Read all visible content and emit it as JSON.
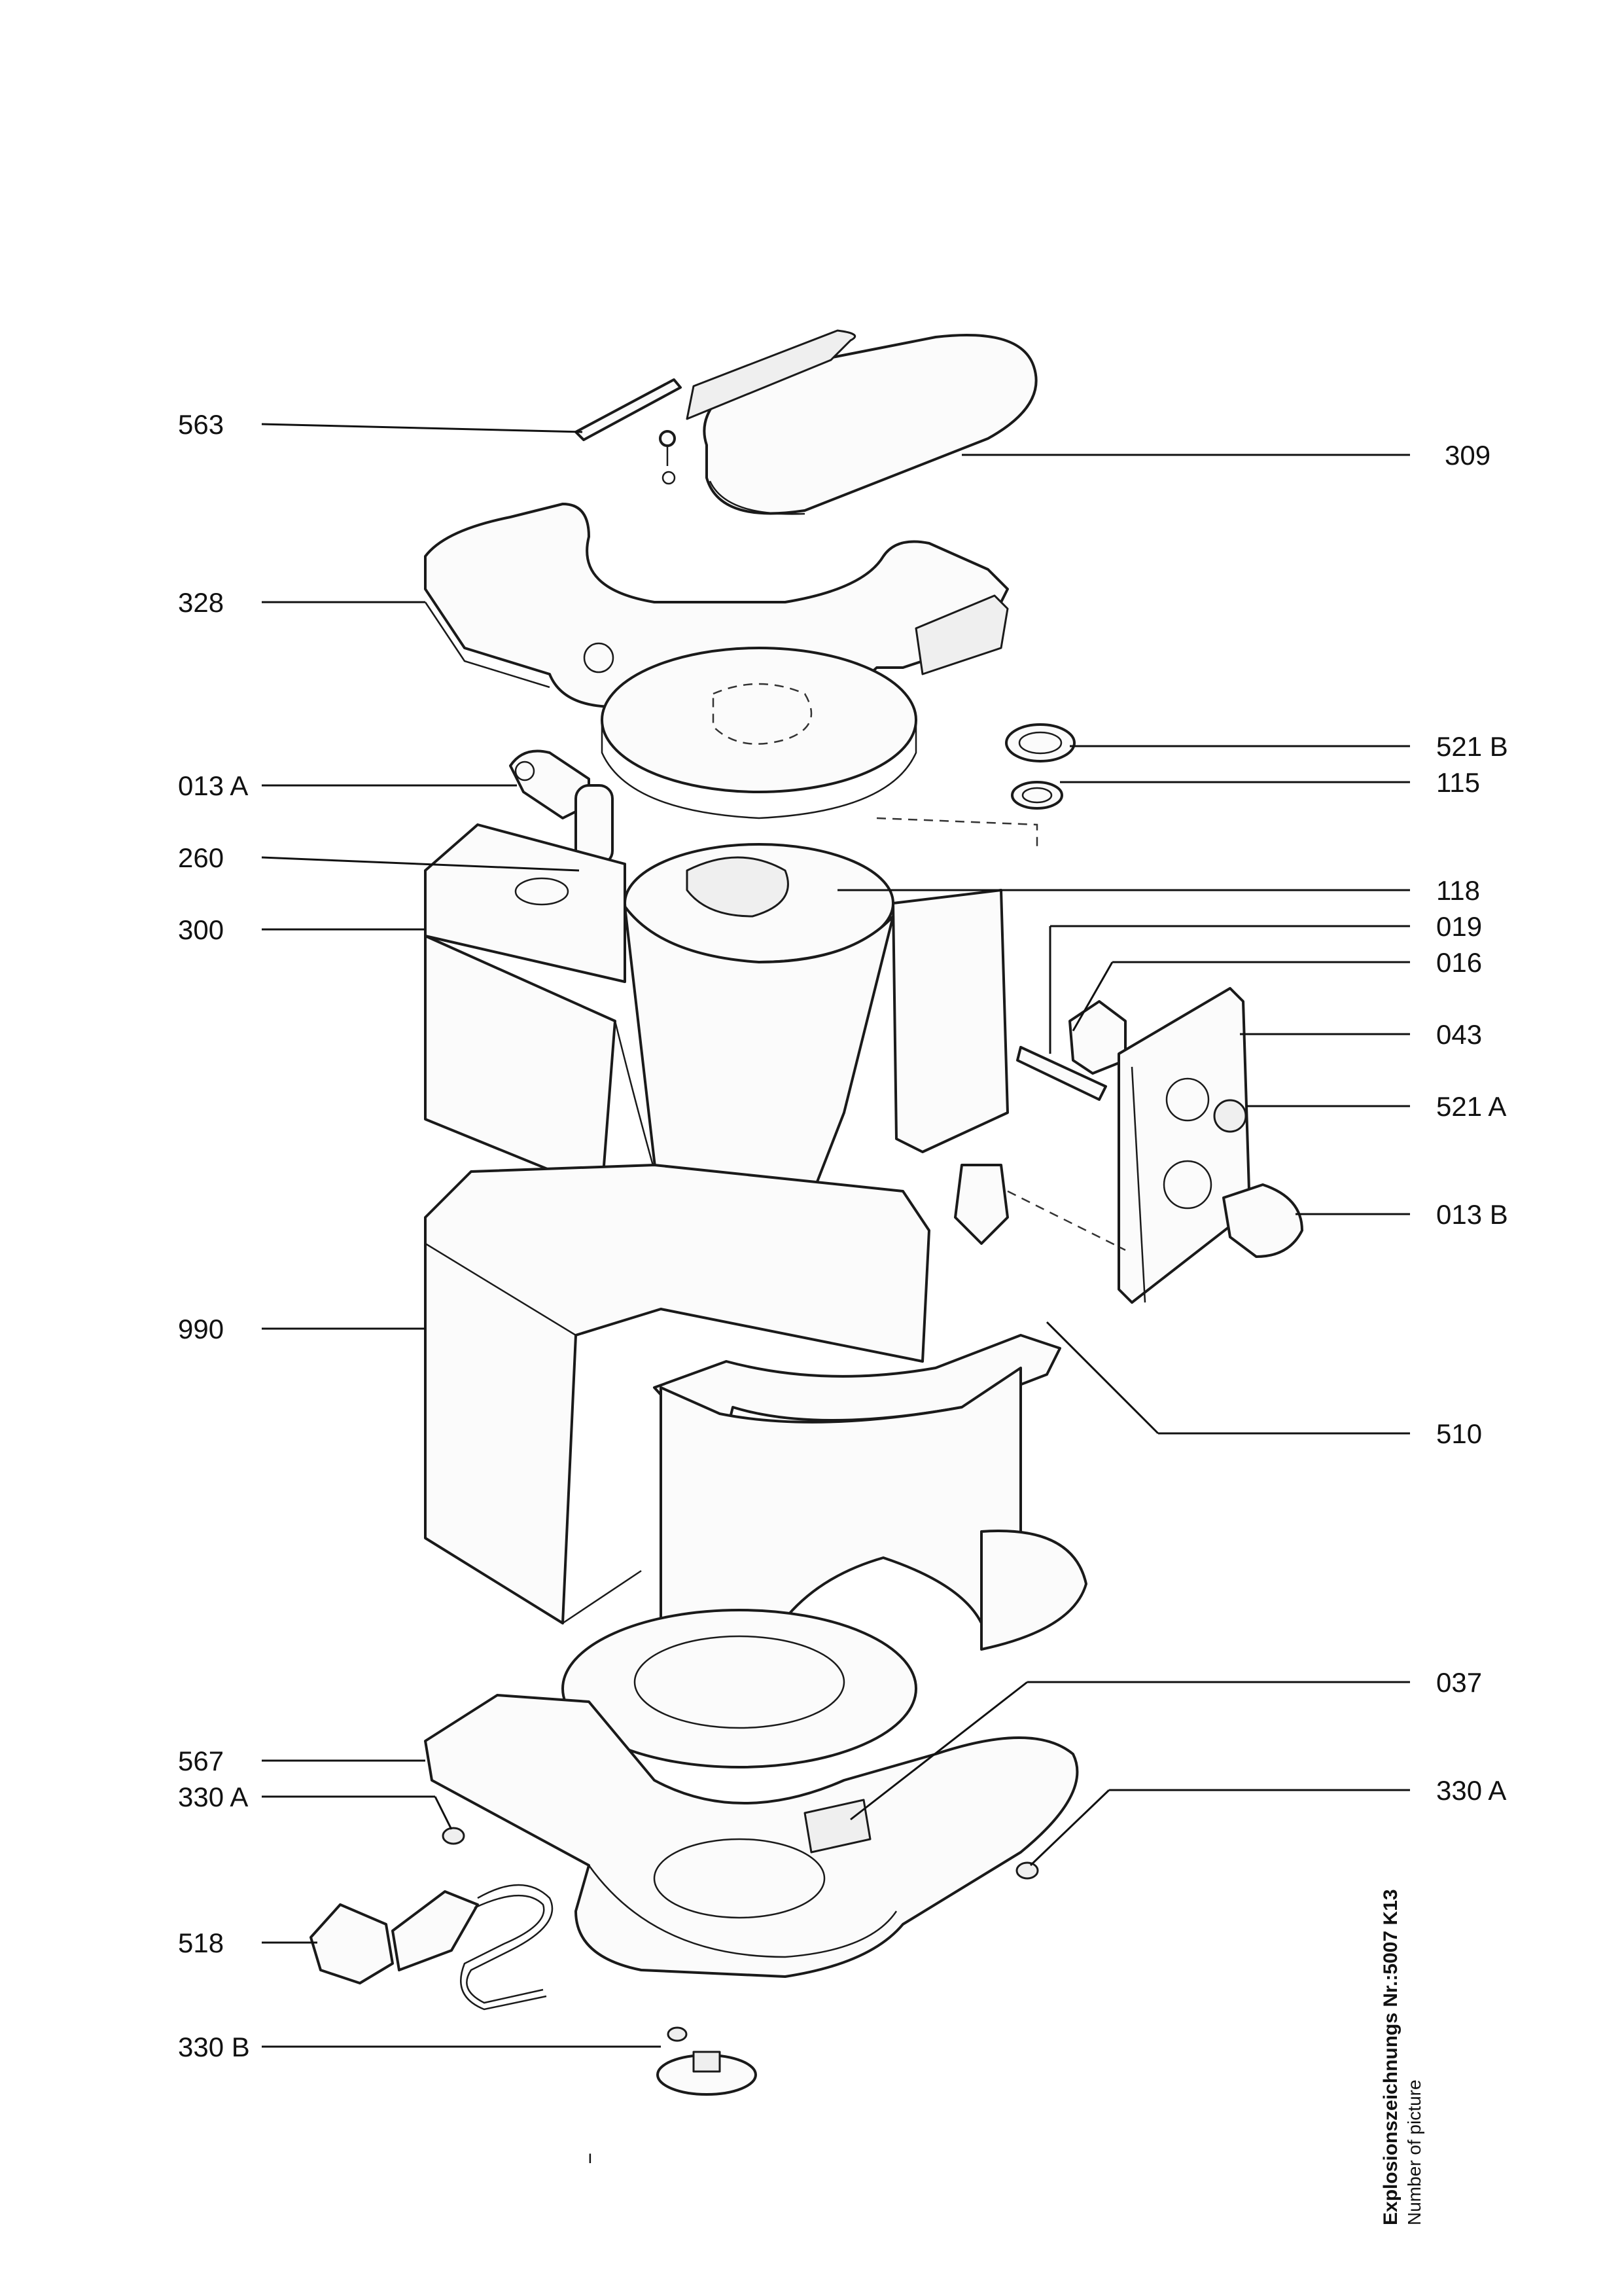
{
  "parts_left": [
    {
      "id": "563"
    },
    {
      "id": "328"
    },
    {
      "id": "013 A"
    },
    {
      "id": "260"
    },
    {
      "id": "300"
    },
    {
      "id": "990"
    },
    {
      "id": "567"
    },
    {
      "id": "330 A"
    },
    {
      "id": "518"
    },
    {
      "id": "330 B"
    }
  ],
  "parts_right": [
    {
      "id": "309"
    },
    {
      "id": "521 B"
    },
    {
      "id": "115"
    },
    {
      "id": "118"
    },
    {
      "id": "019"
    },
    {
      "id": "016"
    },
    {
      "id": "043"
    },
    {
      "id": "521 A"
    },
    {
      "id": "013 B"
    },
    {
      "id": "510"
    },
    {
      "id": "037"
    },
    {
      "id": "330 A"
    }
  ],
  "caption": {
    "title": "Explosionszeichnungs Nr.:5007 K13",
    "subtitle": "Number of picture"
  },
  "page_mark": "ı"
}
